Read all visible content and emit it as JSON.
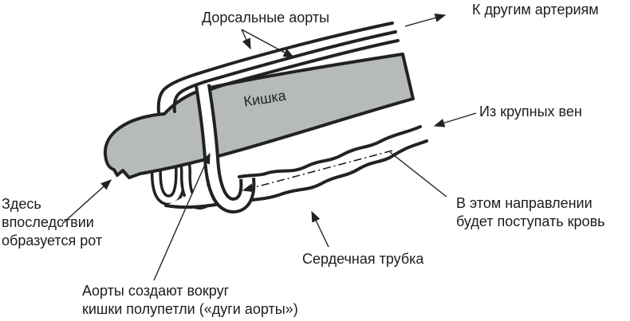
{
  "figure": {
    "title": "Embryonic circulatory system diagram",
    "labels": {
      "dorsal_aortas": "Дорсальные аорты",
      "to_other_arteries": "К другим артериям",
      "gut": "Кишка",
      "from_large_veins": "Из крупных вен",
      "mouth_site": "Здесь\nвпоследствии\nобразуется рот",
      "aortic_arches": "Аорты создают вокруг\nкишки полупетли («дуги аорты»)",
      "heart_tube": "Сердечная трубка",
      "blood_direction": "В этом направлении\nбудет поступать кровь"
    },
    "colors": {
      "background": "#ffffff",
      "gut_fill": "#b6baba",
      "outline": "#222222",
      "text": "#1c1c1c"
    }
  }
}
